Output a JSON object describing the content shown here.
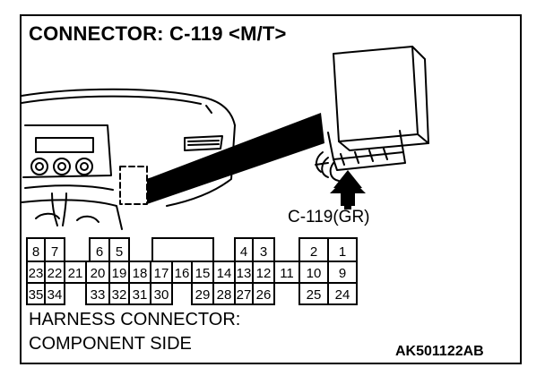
{
  "title": "CONNECTOR: C-119 <M/T>",
  "connector_label": "C-119(GR)",
  "harness": {
    "line1": "HARNESS CONNECTOR:",
    "line2": "COMPONENT SIDE"
  },
  "reference_code": "AK501122AB",
  "pins": {
    "row1": [
      "8",
      "7",
      "6",
      "5",
      "4",
      "3",
      "2",
      "1"
    ],
    "row2": [
      "23",
      "22",
      "21",
      "20",
      "19",
      "18",
      "17",
      "16",
      "15",
      "14",
      "13",
      "12",
      "11",
      "10",
      "9"
    ],
    "row3": [
      "35",
      "34",
      "33",
      "32",
      "31",
      "30",
      "29",
      "28",
      "27",
      "26",
      "25",
      "24"
    ]
  }
}
